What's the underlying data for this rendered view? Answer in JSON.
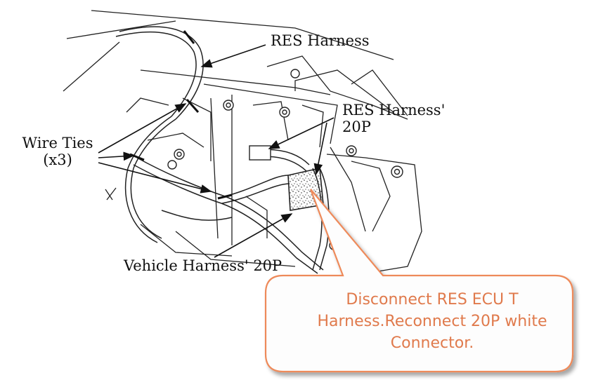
{
  "labels": {
    "res_harness": "RES Harness",
    "res_harness_20p_line1": "RES Harness'",
    "res_harness_20p_line2": "20P",
    "wire_ties_line1": "Wire Ties",
    "wire_ties_line2": "(x3)",
    "vehicle_harness_20p": "Vehicle Harness' 20P"
  },
  "callout": {
    "line1": "Disconnect RES ECU T",
    "line2": "Harness.Reconnect 20P white",
    "line3": "Connector."
  },
  "colors": {
    "callout_border": "#ee8a5a",
    "callout_fill": "#fdfdfd",
    "callout_text": "#e07a4c",
    "line_art": "#222222"
  }
}
